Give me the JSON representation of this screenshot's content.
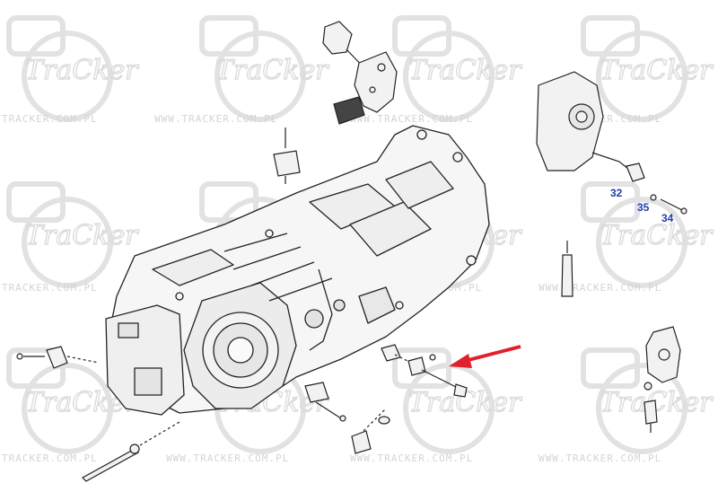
{
  "watermark": {
    "brand": "TraCker",
    "url": "TRACKER.COM.PL",
    "url_spaced": "WWW.TRACKER.COM.PL"
  },
  "callouts": {
    "c32": "32",
    "c35": "35",
    "c34": "34"
  },
  "colors": {
    "callout": "#1f3fa8",
    "arrow": "#e0202a",
    "line": "#222222",
    "watermark": "#d8d8d8"
  },
  "icons": {
    "indicator_arrow": "red-arrow-icon"
  }
}
